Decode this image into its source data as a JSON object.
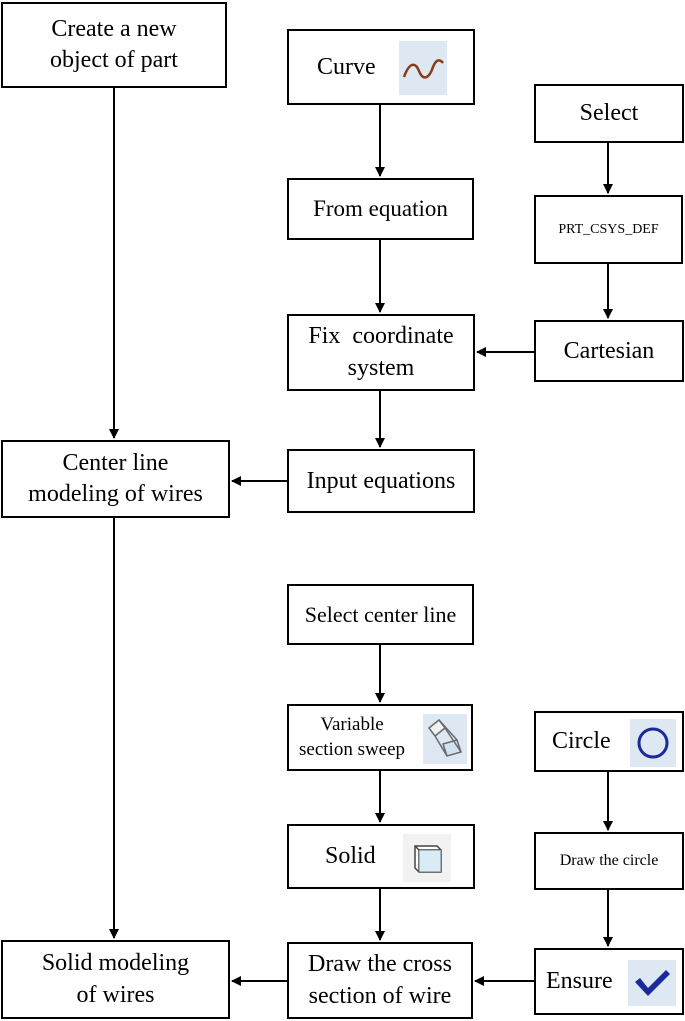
{
  "boxes": {
    "create_new": [
      "Create a new",
      "object of part"
    ],
    "center_line": [
      "Center line",
      "modeling of wires"
    ],
    "solid_modeling": [
      "Solid modeling",
      "of wires"
    ],
    "curve": "Curve",
    "from_equation": "From equation",
    "fix_coord": [
      "Fix  coordinate",
      "system"
    ],
    "input_equations": "Input equations",
    "select": "Select",
    "prt_csys": "PRT_CSYS_DEF",
    "cartesian": "Cartesian",
    "select_center_line": "Select center line",
    "variable_sweep": [
      "Variable",
      "section sweep"
    ],
    "solid": "Solid",
    "draw_cross": [
      "Draw the cross",
      "section of wire"
    ],
    "circle": "Circle",
    "draw_circle": "Draw the circle",
    "ensure": "Ensure"
  },
  "icons": {
    "curve": "curve-icon",
    "sweep": "variable-sweep-icon",
    "solid": "solid-box-icon",
    "circle": "circle-icon",
    "ensure": "checkmark-icon"
  },
  "colors": {
    "icon_bg": "#dde8f2",
    "curve_stroke": "#8b3a1a",
    "circle_stroke": "#1a2a9a",
    "check_fill": "#1a2a9a"
  }
}
